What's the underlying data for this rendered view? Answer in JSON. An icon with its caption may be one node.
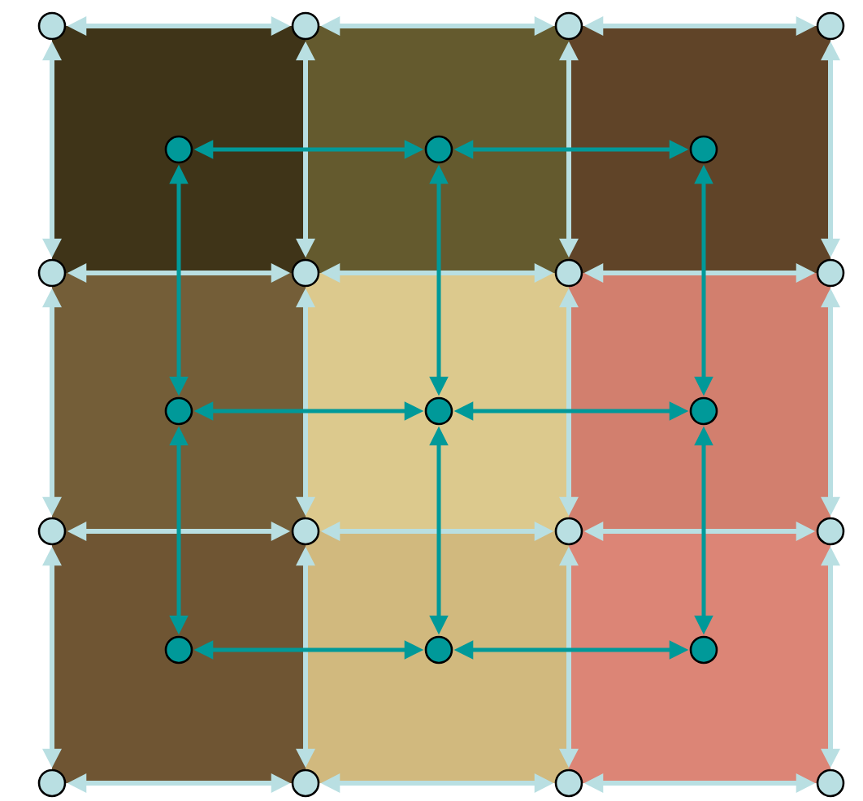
{
  "diagram": {
    "nodes": [
      {
        "text": [],
        "shape": "circle"
      },
      {
        "text": [],
        "shape": "circle"
      },
      {
        "text": [],
        "shape": "circle"
      },
      {
        "text": [],
        "shape": "circle"
      },
      {
        "text": [],
        "shape": "circle"
      },
      {
        "text": [],
        "shape": "circle"
      },
      {
        "text": [],
        "shape": "circle"
      },
      {
        "text": [],
        "shape": "circle"
      },
      {
        "text": [],
        "shape": "circle"
      },
      {
        "text": [],
        "shape": "circle"
      },
      {
        "text": [],
        "shape": "circle"
      },
      {
        "text": [],
        "shape": "circle"
      },
      {
        "text": [],
        "shape": "circle"
      },
      {
        "text": [],
        "shape": "circle"
      },
      {
        "text": [],
        "shape": "circle"
      },
      {
        "text": [],
        "shape": "circle"
      },
      {
        "text": [],
        "shape": "circle"
      },
      {
        "text": [],
        "shape": "circle"
      },
      {
        "text": [],
        "shape": "circle"
      },
      {
        "text": [],
        "shape": "circle"
      },
      {
        "text": [],
        "shape": "circle"
      },
      {
        "text": [],
        "shape": "circle"
      },
      {
        "text": [],
        "shape": "circle"
      },
      {
        "text": [],
        "shape": "circle"
      },
      {
        "text": [],
        "shape": "circle"
      }
    ],
    "edges": [
      {
        "from": 0,
        "to": 1,
        "arrow": "both"
      },
      {
        "from": 1,
        "to": 2,
        "arrow": "both"
      },
      {
        "from": 2,
        "to": 3,
        "arrow": "both"
      },
      {
        "from": 4,
        "to": 5,
        "arrow": "both"
      },
      {
        "from": 5,
        "to": 6,
        "arrow": "both"
      },
      {
        "from": 6,
        "to": 7,
        "arrow": "both"
      },
      {
        "from": 8,
        "to": 9,
        "arrow": "both"
      },
      {
        "from": 9,
        "to": 10,
        "arrow": "both"
      },
      {
        "from": 10,
        "to": 11,
        "arrow": "both"
      },
      {
        "from": 12,
        "to": 13,
        "arrow": "both"
      },
      {
        "from": 13,
        "to": 14,
        "arrow": "both"
      },
      {
        "from": 14,
        "to": 15,
        "arrow": "both"
      },
      {
        "from": 0,
        "to": 4,
        "arrow": "both"
      },
      {
        "from": 4,
        "to": 8,
        "arrow": "both"
      },
      {
        "from": 8,
        "to": 12,
        "arrow": "both"
      },
      {
        "from": 1,
        "to": 5,
        "arrow": "both"
      },
      {
        "from": 5,
        "to": 9,
        "arrow": "both"
      },
      {
        "from": 9,
        "to": 13,
        "arrow": "both"
      },
      {
        "from": 2,
        "to": 6,
        "arrow": "both"
      },
      {
        "from": 6,
        "to": 10,
        "arrow": "both"
      },
      {
        "from": 10,
        "to": 14,
        "arrow": "both"
      },
      {
        "from": 3,
        "to": 7,
        "arrow": "both"
      },
      {
        "from": 7,
        "to": 11,
        "arrow": "both"
      },
      {
        "from": 11,
        "to": 15,
        "arrow": "both"
      },
      {
        "from": 16,
        "to": 17,
        "arrow": "both",
        "color": "#009999"
      },
      {
        "from": 17,
        "to": 18,
        "arrow": "both",
        "color": "#009999"
      },
      {
        "from": 19,
        "to": 20,
        "arrow": "both",
        "color": "#009999"
      },
      {
        "from": 20,
        "to": 21,
        "arrow": "both",
        "color": "#009999"
      },
      {
        "from": 22,
        "to": 23,
        "arrow": "both",
        "color": "#009999"
      },
      {
        "from": 23,
        "to": 24,
        "arrow": "both",
        "color": "#009999"
      },
      {
        "from": 16,
        "to": 19,
        "arrow": "both",
        "color": "#009999"
      },
      {
        "from": 19,
        "to": 22,
        "arrow": "both",
        "color": "#009999"
      },
      {
        "from": 17,
        "to": 20,
        "arrow": "both",
        "color": "#009999"
      },
      {
        "from": 20,
        "to": 23,
        "arrow": "both",
        "color": "#009999"
      },
      {
        "from": 18,
        "to": 21,
        "arrow": "both",
        "color": "#009999"
      },
      {
        "from": 21,
        "to": 24,
        "arrow": "both",
        "color": "#009999"
      }
    ]
  }
}
